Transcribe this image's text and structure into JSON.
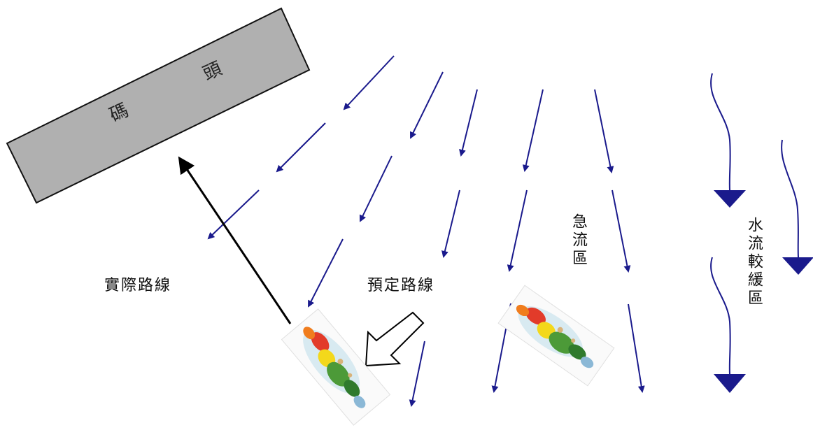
{
  "dock": {
    "label": "碼 頭"
  },
  "labels": {
    "actual_route": "實際路線",
    "planned_route": "預定路線",
    "fast_current_zone": "急流區",
    "slow_current_zone": "水流較緩區"
  },
  "colors": {
    "current_arrows": "#1a1a8c",
    "route_arrow": "#000000",
    "dock_fill": "#b0b0b0",
    "dock_stroke": "#111111"
  }
}
